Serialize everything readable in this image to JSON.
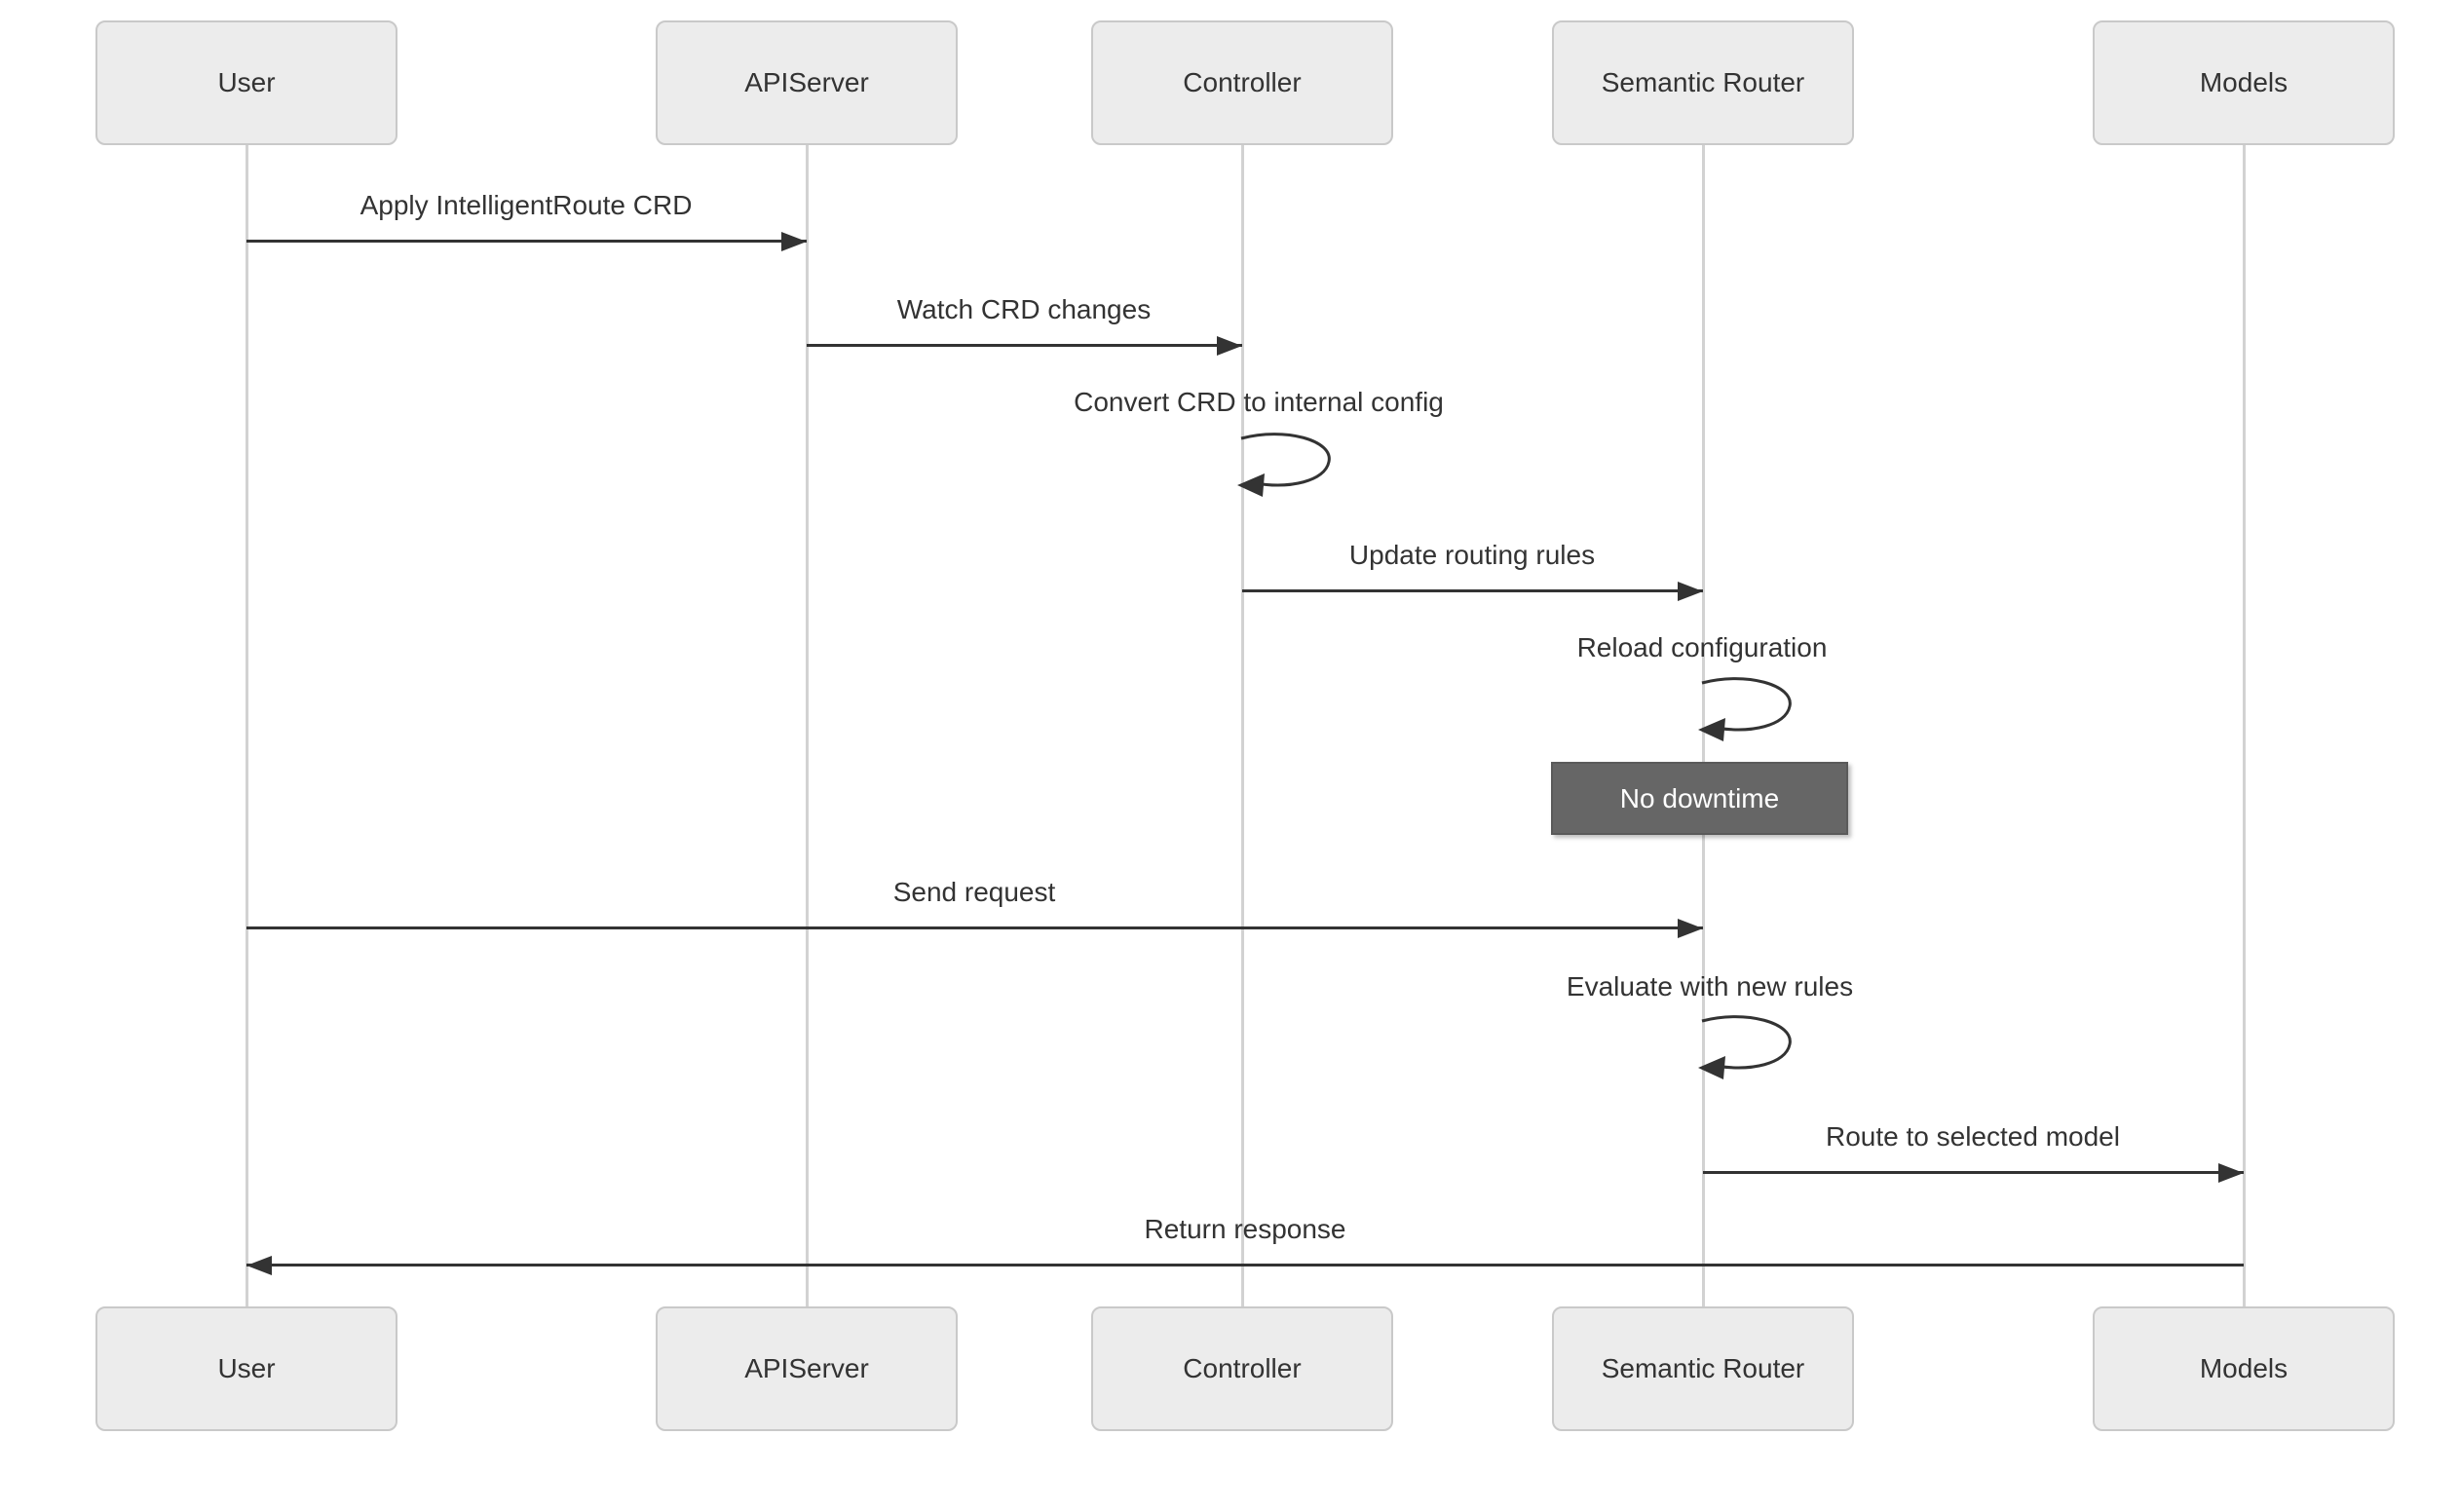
{
  "diagram": {
    "type": "sequence-diagram",
    "actors": [
      "User",
      "APIServer",
      "Controller",
      "Semantic Router",
      "Models"
    ],
    "messages": [
      {
        "from": "User",
        "to": "APIServer",
        "label": "Apply IntelligentRoute CRD",
        "style": "solid-arrow"
      },
      {
        "from": "APIServer",
        "to": "Controller",
        "label": "Watch CRD changes",
        "style": "solid-arrow"
      },
      {
        "from": "Controller",
        "to": "Controller",
        "label": "Convert CRD to internal config",
        "style": "self-loop"
      },
      {
        "from": "Controller",
        "to": "Semantic Router",
        "label": "Update routing rules",
        "style": "solid-arrow"
      },
      {
        "from": "Semantic Router",
        "to": "Semantic Router",
        "label": "Reload configuration",
        "style": "self-loop"
      },
      {
        "from": "User",
        "to": "Semantic Router",
        "label": "Send request",
        "style": "solid-arrow"
      },
      {
        "from": "Semantic Router",
        "to": "Semantic Router",
        "label": "Evaluate with new rules",
        "style": "self-loop"
      },
      {
        "from": "Semantic Router",
        "to": "Models",
        "label": "Route to selected model",
        "style": "solid-arrow"
      },
      {
        "from": "Models",
        "to": "User",
        "label": "Return response",
        "style": "solid-arrow"
      }
    ],
    "note": {
      "over": "Semantic Router",
      "label": "No downtime"
    },
    "colors": {
      "background": "#ffffff",
      "actor_fill": "#ececec",
      "actor_border": "#c9c9c9",
      "lifeline": "#d2d2d2",
      "arrow": "#333333",
      "text": "#333333",
      "note_fill": "#666666",
      "note_text": "#ffffff"
    }
  }
}
